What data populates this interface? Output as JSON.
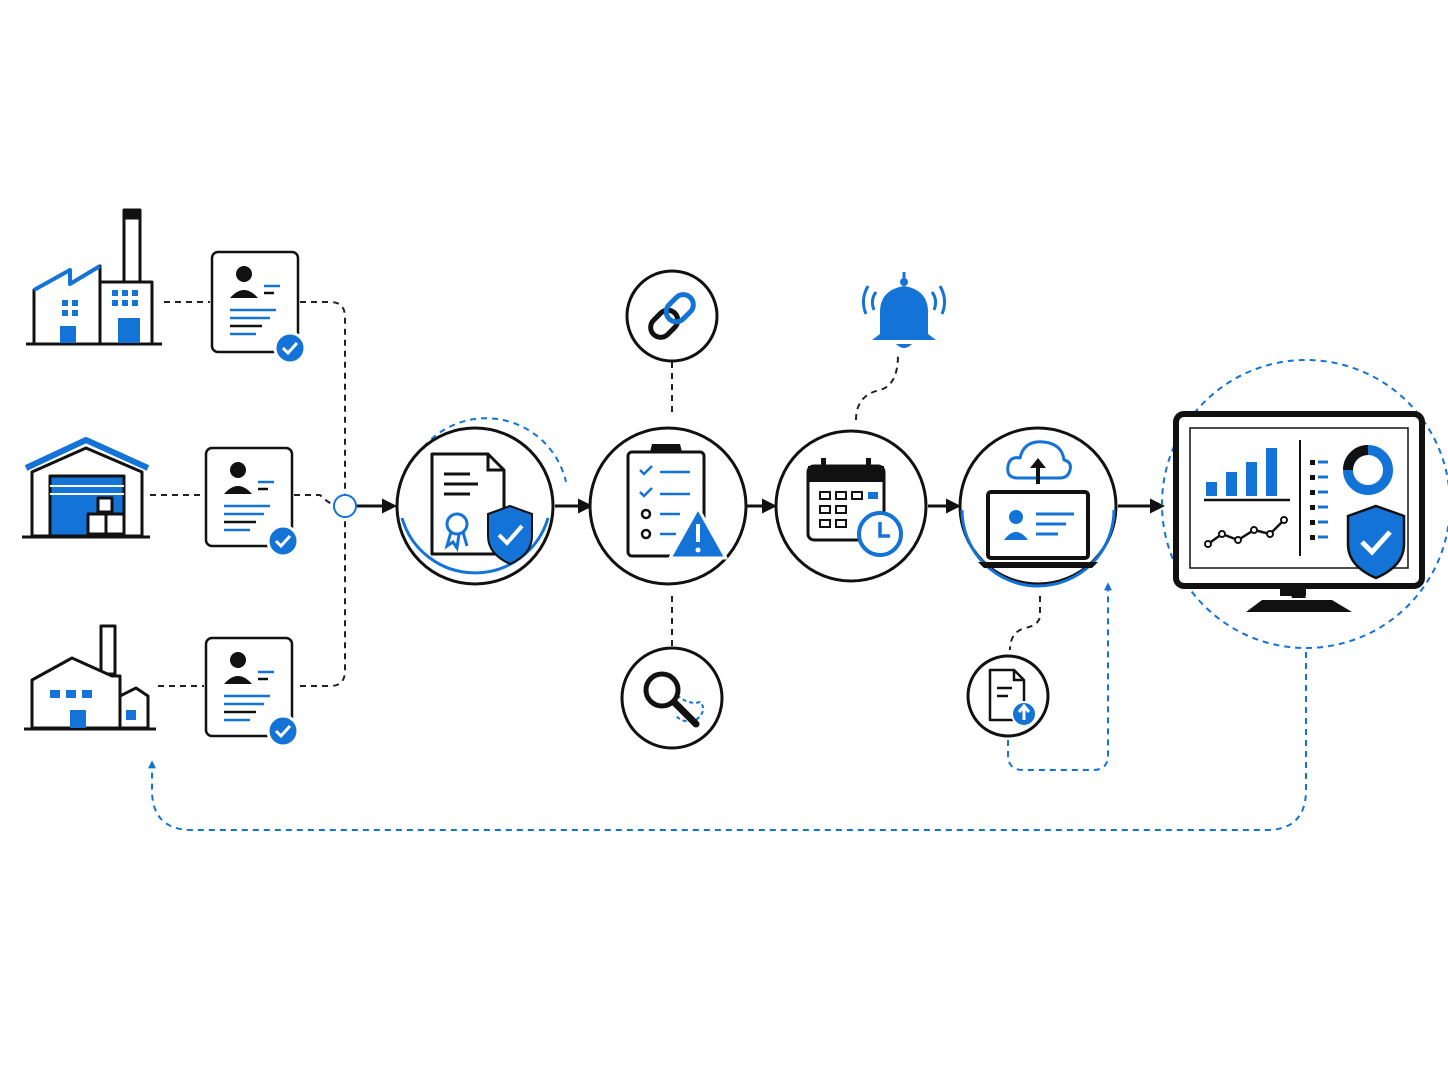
{
  "colors": {
    "accent": "#1473d6",
    "ink": "#111111",
    "background": "#ffffff"
  },
  "suppliers": [
    {
      "type": "factory-icon",
      "document": "supplier-profile-verified"
    },
    {
      "type": "warehouse-icon",
      "document": "supplier-profile-verified"
    },
    {
      "type": "plant-icon",
      "document": "supplier-profile-verified"
    }
  ],
  "process_steps": [
    {
      "icon": "certificate-shield-icon"
    },
    {
      "icon": "checklist-warning-icon"
    },
    {
      "icon": "calendar-clock-icon"
    },
    {
      "icon": "laptop-cloud-upload-icon"
    },
    {
      "icon": "dashboard-monitor-icon"
    }
  ],
  "satellites": [
    {
      "icon": "chain-link-icon",
      "attached_to": "checklist-warning-icon"
    },
    {
      "icon": "magnifier-icon",
      "attached_to": "checklist-warning-icon"
    },
    {
      "icon": "bell-icon",
      "attached_to": "calendar-clock-icon"
    },
    {
      "icon": "document-upload-icon",
      "attached_to": "laptop-cloud-upload-icon"
    }
  ]
}
